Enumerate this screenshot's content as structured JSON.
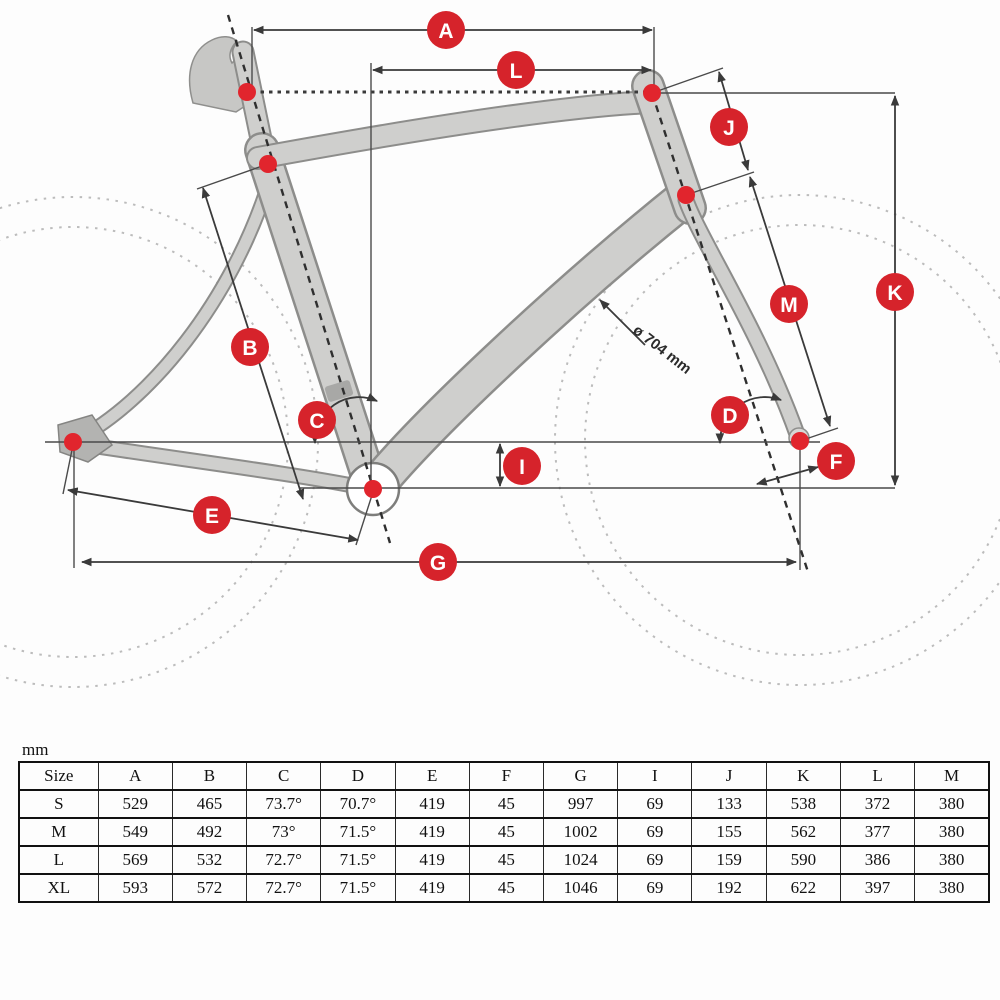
{
  "diagram": {
    "labels": [
      "A",
      "L",
      "J",
      "K",
      "M",
      "B",
      "C",
      "D",
      "I",
      "F",
      "E",
      "G"
    ],
    "wheel_diameter_label": "ø 704 mm",
    "colors": {
      "badge_red": "#d6232b",
      "dot_red": "#e1252d",
      "line": "#3a3a3a",
      "frame_gray": "#cfcfcd",
      "wheel_dotted": "#bcbcbc"
    }
  },
  "table": {
    "unit": "mm",
    "headers": [
      "Size",
      "A",
      "B",
      "C",
      "D",
      "E",
      "F",
      "G",
      "I",
      "J",
      "K",
      "L",
      "M"
    ],
    "rows": [
      [
        "S",
        "529",
        "465",
        "73.7°",
        "70.7°",
        "419",
        "45",
        "997",
        "69",
        "133",
        "538",
        "372",
        "380"
      ],
      [
        "M",
        "549",
        "492",
        "73°",
        "71.5°",
        "419",
        "45",
        "1002",
        "69",
        "155",
        "562",
        "377",
        "380"
      ],
      [
        "L",
        "569",
        "532",
        "72.7°",
        "71.5°",
        "419",
        "45",
        "1024",
        "69",
        "159",
        "590",
        "386",
        "380"
      ],
      [
        "XL",
        "593",
        "572",
        "72.7°",
        "71.5°",
        "419",
        "45",
        "1046",
        "69",
        "192",
        "622",
        "397",
        "380"
      ]
    ]
  }
}
